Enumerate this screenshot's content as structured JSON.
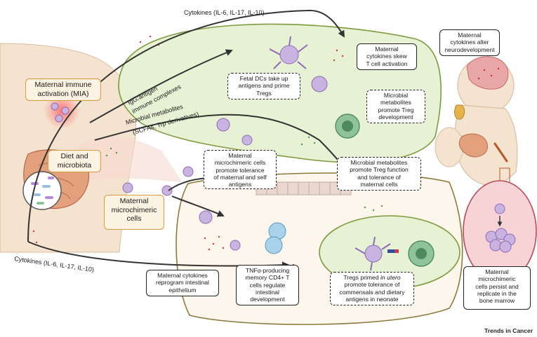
{
  "labels": {
    "mia": "Maternal immune\nactivation (MIA)",
    "diet": "Diet and\nmicrobiota",
    "maternal_cells": "Maternal\nmicrochimeric\ncells",
    "fetal_dcs": "Fetal DCs take up\nantigens and prime\nTregs",
    "skew": "Maternal\ncytokines skew\nT cell activation",
    "microbial_treg": "Microbial\nmetabolites\npromote Treg\ndevelopment",
    "neuro": "Maternal\ncytokines alter\nneurodevelopment",
    "microchimeric_tolerance": "Maternal\nmicrochimeric cells\npromote tolerance\nof maternal and self\nantigens",
    "treg_function": "Microbial metabolites\npromote Treg function\nand tolerance of\nmaternal cells",
    "reprogram": "Maternal cytokines\nreprogram intestinal\nepithelium",
    "tnf": "TNFα-producing\nmemory CD4+ T\ncells regulate\nintestinal\ndevelopment",
    "tregs_primed_a": "Tregs primed ",
    "tregs_primed_em": "in utero",
    "tregs_primed_b": "\npromote tolerance of\ncommensals and dietary\nantigens in neonate",
    "bone_marrow": "Maternal\nmicrochimeric\ncells persist and\nreplicate in the\nbone marrow"
  },
  "paths": {
    "cytokines_top": "Cytokines (IL-6, IL-17, IL-10)",
    "igg_1": "IgG:antigen",
    "igg_2": "immune complexes",
    "micro_1": "Microbial metabolites",
    "micro_2": "(SCFAs, Trp derivatives)",
    "cytokines_bottom": "Cytokines (IL-6, IL-17, IL-10)"
  },
  "brand": "Trends in Cancer",
  "colors": {
    "green_fill": "#e6f2d3",
    "green_stroke": "#7d9a3c",
    "beige_fill": "#fdf6ec",
    "skin": "#f4e3cf",
    "gut": "#e3a07c",
    "cell_purple": "#c9b3e0",
    "cell_blue": "#a9d3ea",
    "treg_green": "#8fc39b",
    "cytokine_red": "#d23c3c",
    "metabolite_green": "#4f9a4a"
  }
}
